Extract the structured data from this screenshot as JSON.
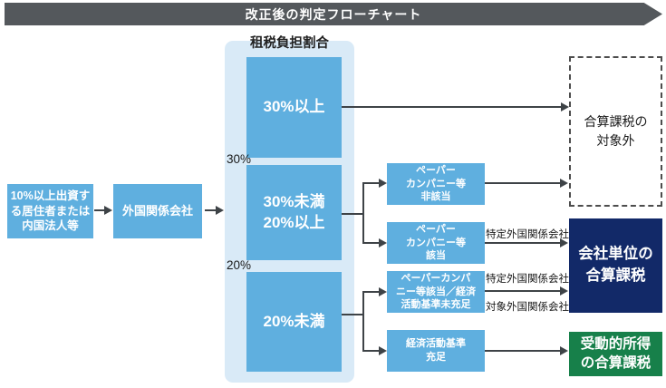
{
  "banner": {
    "title": "改正後の判定フローチャート"
  },
  "source": {
    "investor": "10%以上出資す\nる居住者または\n内国法人等",
    "foreign_company": "外国関係会社"
  },
  "tax_ratio_panel": {
    "title": "租税負担割合",
    "threshold_30": "30%",
    "threshold_20": "20%",
    "band_high": "30%以上",
    "band_mid": "30%未満\n20%以上",
    "band_low": "20%未満"
  },
  "classification": {
    "paper_not_applicable": "ペーパー\nカンパニー等\n非該当",
    "paper_applicable": "ペーパー\nカンパニー等\n該当",
    "paper_or_econ_fail": "ペーパーカンパ\nニー等該当／経済\n活動基準未充足",
    "econ_satisfied": "経済活動基準\n充足"
  },
  "edge_labels": {
    "specified_cfc_1": "特定外国関係会社",
    "specified_cfc_2": "特定外国関係会社",
    "subject_cfc": "対象外国関係会社"
  },
  "outcomes": {
    "excluded": "合算課税の\n対象外",
    "entity_taxation": "会社単位の\n合算課税",
    "passive_income": "受動的所得\nの合算課税"
  },
  "colors": {
    "banner_gray": "#54585C",
    "box_blue": "#5FAFDF",
    "panel_light_blue": "#D9EAF7",
    "navy": "#122968",
    "green": "#17804A",
    "line_gray": "#3E4347"
  }
}
